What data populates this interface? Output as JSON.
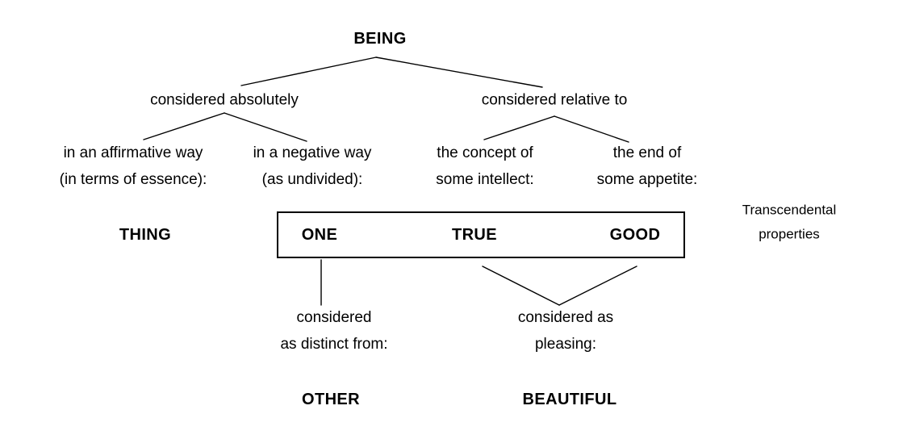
{
  "diagram": {
    "title": "BEING",
    "root": "BEING",
    "level1": {
      "left": "considered absolutely",
      "right": "considered relative to"
    },
    "level2": {
      "affirmative_line1": "in an affirmative way",
      "affirmative_line2": "(in terms of essence):",
      "negative_line1": "in a negative way",
      "negative_line2": "(as undivided):",
      "intellect_line1": "the concept of",
      "intellect_line2": "some intellect:",
      "appetite_line1": "the end of",
      "appetite_line2": "some appetite:"
    },
    "transcendentals": {
      "thing": "THING",
      "one": "ONE",
      "true": "TRUE",
      "good": "GOOD",
      "caption_line1": "Transcendental",
      "caption_line2": "properties"
    },
    "level3": {
      "distinct_line1": "considered",
      "distinct_line2": "as distinct from:",
      "pleasing_line1": "considered as",
      "pleasing_line2": "pleasing:"
    },
    "level4": {
      "other": "OTHER",
      "beautiful": "BEAUTIFUL"
    },
    "colors": {
      "ink": "#000000",
      "background": "#ffffff"
    }
  }
}
